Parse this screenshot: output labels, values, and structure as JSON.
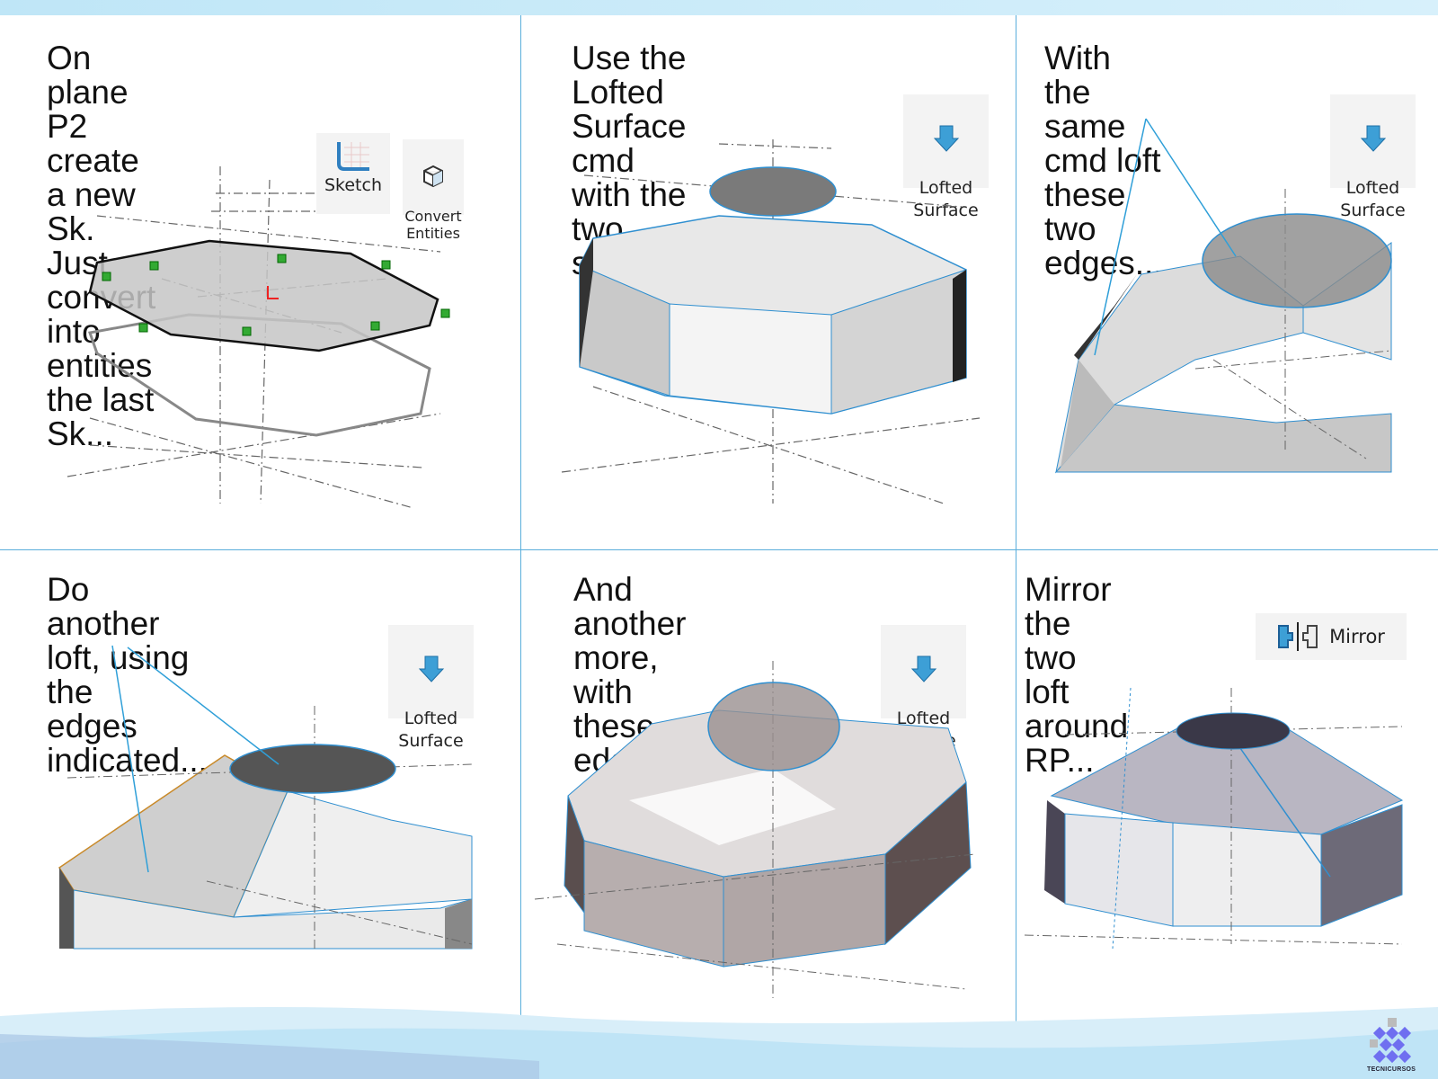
{
  "steps": [
    {
      "caption": "On plane P2 create a new\nSk. Just convert into entities\nthe last Sk...",
      "commands": [
        {
          "label": "Sketch",
          "icon": "sketch-icon"
        },
        {
          "label": "Convert\nEntities",
          "icon": "convert-entities-icon"
        }
      ]
    },
    {
      "caption": "Use the Lofted Surface cmd\nwith the two sks..",
      "commands": [
        {
          "label": "Lofted\nSurface",
          "icon": "lofted-surface-icon"
        }
      ]
    },
    {
      "caption": "With the same cmd loft\nthese two edges...",
      "commands": [
        {
          "label": "Lofted\nSurface",
          "icon": "lofted-surface-icon"
        }
      ]
    },
    {
      "caption": "Do another loft, using the\nedges indicated...",
      "commands": [
        {
          "label": "Lofted\nSurface",
          "icon": "lofted-surface-icon"
        }
      ]
    },
    {
      "caption": "And another more, with\nthese edges...",
      "commands": [
        {
          "label": "Lofted\nSurface",
          "icon": "lofted-surface-icon"
        }
      ]
    },
    {
      "caption": "Mirror the two loft around\nRP...",
      "commands": [
        {
          "label": "Mirror",
          "icon": "mirror-icon"
        }
      ]
    }
  ],
  "logo": {
    "text": "TECNICURSOS"
  },
  "colors": {
    "accent": "#5aaedb",
    "icon_blue": "#3d9fd6",
    "face_gray": "#c8c8c8",
    "edge_blue": "#2f8fd0"
  }
}
